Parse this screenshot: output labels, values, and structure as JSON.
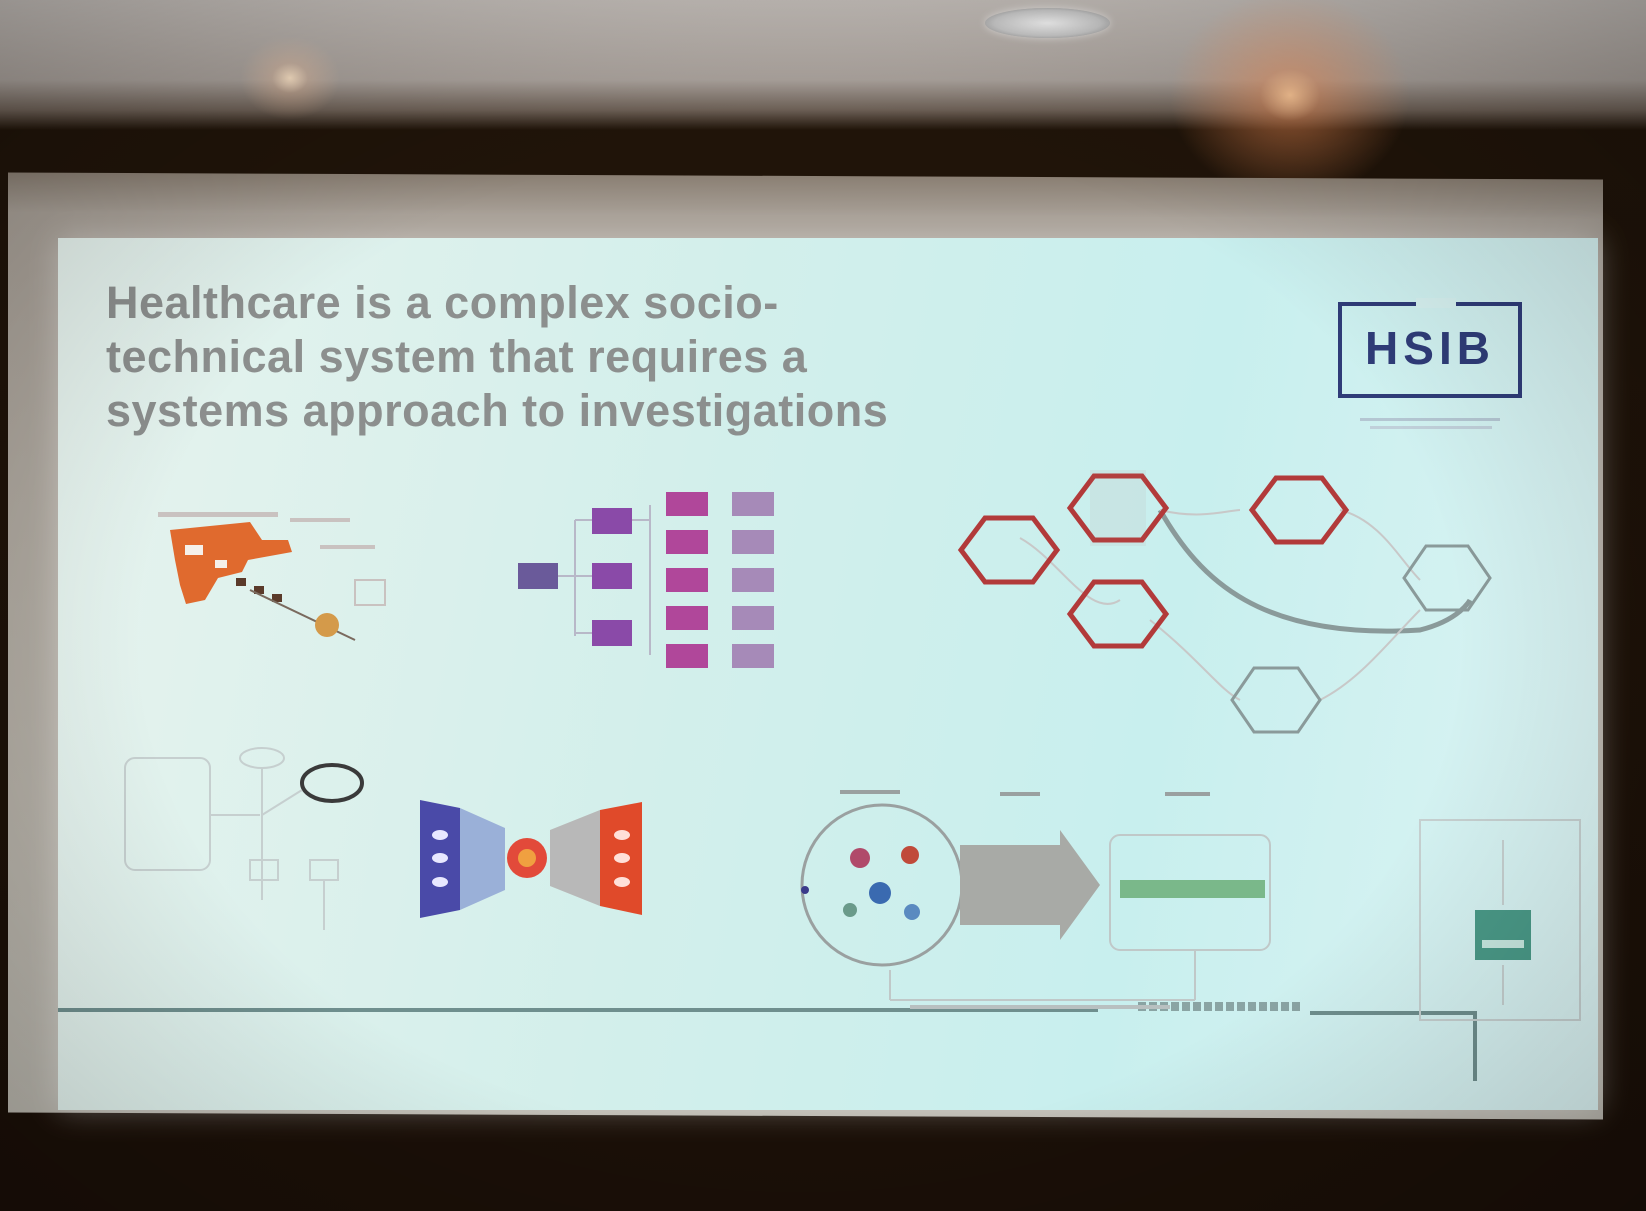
{
  "slide": {
    "title_lines": [
      "Healthcare is a complex socio-",
      "technical system that requires a",
      "systems approach to investigations"
    ]
  },
  "logo": {
    "text": "HSIB",
    "color": "#2f3c78"
  },
  "colors": {
    "slide_bg": "#d3efeb",
    "title": "#8c8f8e",
    "diagram_red": "#b23a3a",
    "diagram_purple": "#7a4a8c",
    "diagram_orange": "#e06a2e"
  }
}
